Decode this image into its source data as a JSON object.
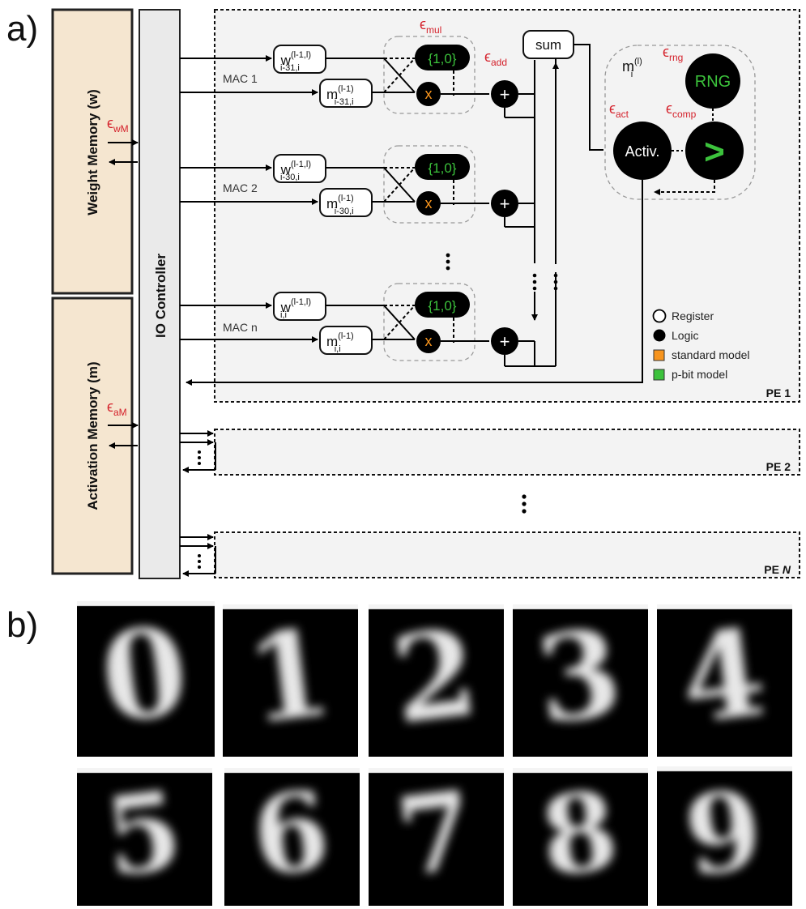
{
  "panel_a": {
    "label": "a)",
    "weight_memory": "Weight Memory (w)",
    "activation_memory": "Activation Memory (m)",
    "io_controller": "IO Controller",
    "err_wM": "wM",
    "err_aM": "aM",
    "err_mul": "mul",
    "err_add": "add",
    "err_act": "act",
    "err_rng": "rng",
    "err_comp": "comp",
    "epsilon": "ϵ",
    "mac1": "MAC 1",
    "mac2": "MAC 2",
    "macn": "MAC n",
    "w_base": "w",
    "m_base": "m",
    "w_sup": "(l-1,l)",
    "m_sup": "(l-1)",
    "sub_31": "i-31,i",
    "sub_30": "i-30,i",
    "sub_ii": "i,i",
    "set": "{1,0}",
    "mult": "x",
    "plus": "+",
    "sum": "sum",
    "mi_base": "m",
    "mi_sup": "(l)",
    "mi_sub": "i",
    "rng": "RNG",
    "activ": "Activ.",
    "comp": ">",
    "legend_register": "Register",
    "legend_logic": "Logic",
    "legend_standard": "standard model",
    "legend_pbit": "p-bit model",
    "pe1": "PE 1",
    "pe2": "PE 2",
    "pen_base": "PE ",
    "pen_n": "N",
    "colors": {
      "memory_fill": "#f5e6d0",
      "controller_fill": "#eaeaea",
      "pe_fill": "#f3f3f3",
      "error_red": "#d4202a",
      "pbit_green": "#3cc23c",
      "standard_orange": "#f7941d"
    }
  },
  "panel_b": {
    "label": "b)",
    "digits": [
      "0",
      "1",
      "2",
      "3",
      "4",
      "5",
      "6",
      "7",
      "8",
      "9"
    ]
  }
}
